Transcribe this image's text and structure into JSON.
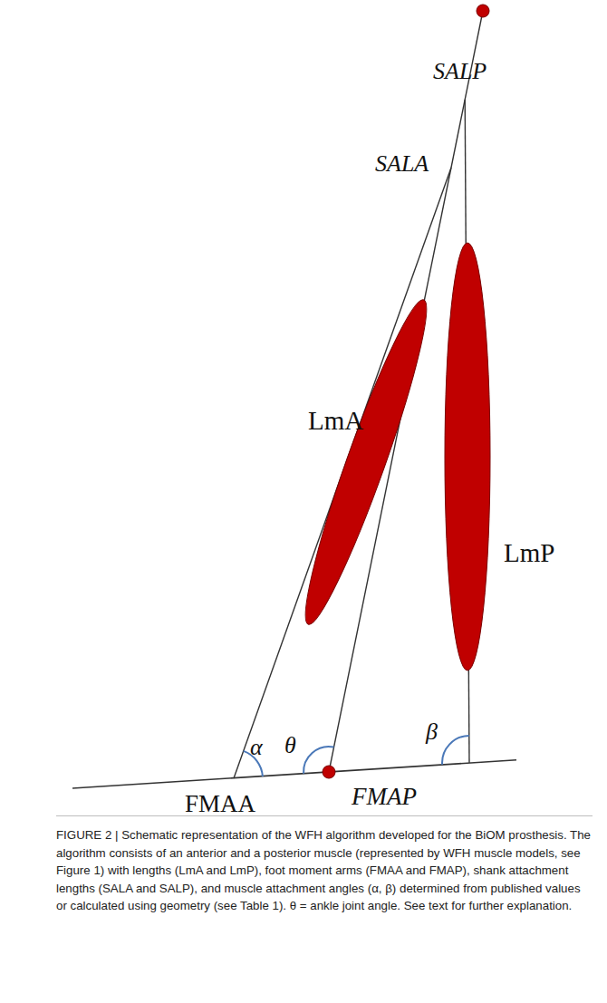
{
  "diagram": {
    "caption": "FIGURE 2 | Schematic representation of the WFH algorithm developed for the BiOM prosthesis. The algorithm consists of an anterior and a posterior muscle (represented by WFH muscle models, see Figure 1) with lengths (LmA and LmP), foot moment arms (FMAA and FMAP), shank attachment lengths (SALA and SALP), and muscle attachment angles (α, β) determined from published values or calculated using geometry (see Table 1). θ = ankle joint angle. See text for further explanation.",
    "labels": [
      "SALP",
      "SALA",
      "LmA",
      "LmP",
      "α",
      "θ",
      "β",
      "FMAA",
      "FMAP"
    ]
  }
}
